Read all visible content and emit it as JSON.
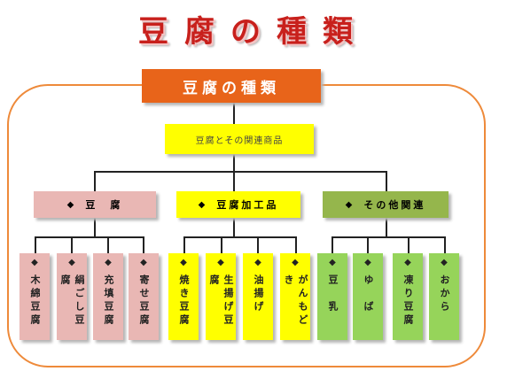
{
  "title": "豆腐の種類",
  "root": {
    "label": "豆腐の種類"
  },
  "sub": {
    "label": "豆腐とその関連商品"
  },
  "marker": "◆",
  "categories": [
    {
      "label": "豆　腐",
      "color": "#e9b7b4"
    },
    {
      "label": "豆腐加工品",
      "color": "#ffff00"
    },
    {
      "label": "その他関連",
      "color": "#95b64c"
    }
  ],
  "items": [
    {
      "label": "木綿豆腐",
      "group": 0
    },
    {
      "label": "絹ごし豆腐",
      "group": 0
    },
    {
      "label": "充填豆腐",
      "group": 0
    },
    {
      "label": "寄せ豆腐",
      "group": 0
    },
    {
      "label": "焼き豆腐",
      "group": 1
    },
    {
      "label": "生揚げ豆腐",
      "group": 1
    },
    {
      "label": "油揚げ",
      "group": 1
    },
    {
      "label": "がんもどき",
      "group": 1
    },
    {
      "label": "豆　乳",
      "group": 2
    },
    {
      "label": "ゆ　ば",
      "group": 2
    },
    {
      "label": "凍り豆腐",
      "group": 2
    },
    {
      "label": "おから",
      "group": 2
    }
  ]
}
